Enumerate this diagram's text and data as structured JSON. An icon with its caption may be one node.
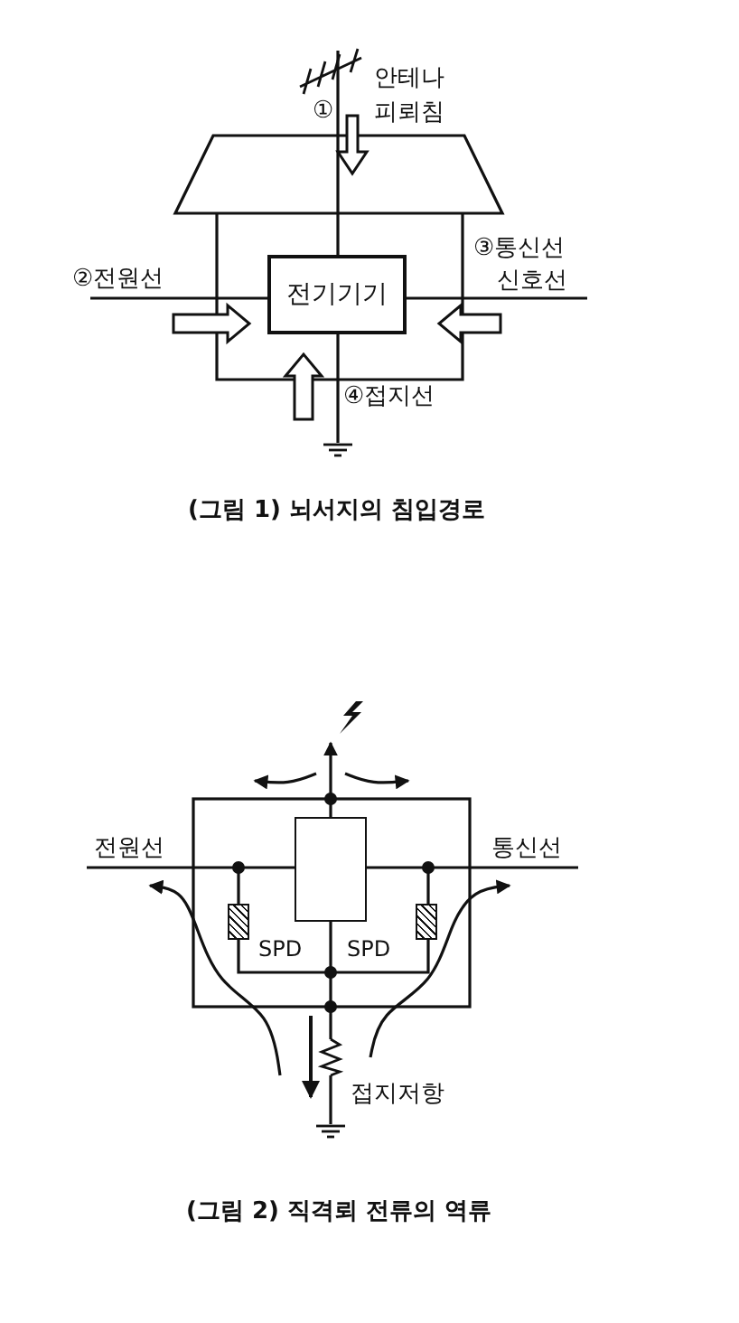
{
  "diagram": {
    "nodes": [
      {
        "text": [
          "전기기기"
        ]
      },
      {
        "text": [],
        "shape": "box"
      },
      {
        "text": [],
        "shape": "box",
        "beside": [
          "SPD"
        ]
      },
      {
        "text": [],
        "shape": "box",
        "beside": [
          "SPD"
        ]
      }
    ],
    "edges": [
      {
        "from": 1,
        "to": 2,
        "arrow": "none"
      },
      {
        "from": 1,
        "to": 3,
        "arrow": "none"
      },
      {
        "from": 2,
        "to": 3,
        "arrow": "none"
      }
    ],
    "labels": [
      "안테나",
      "①",
      "피뢰침",
      "②전원선",
      "③통신선",
      "신호선",
      "④접지선",
      "(그림 1) 뇌서지의 침입경로",
      "전원선",
      "통신선",
      "접지저항",
      "(그림 2) 직격뢰 전류의 역류"
    ]
  }
}
